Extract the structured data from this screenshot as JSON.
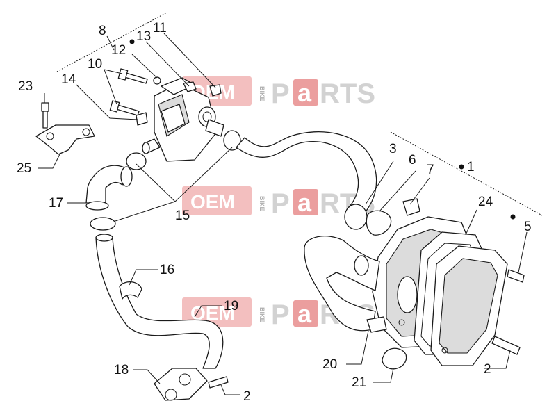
{
  "watermark": {
    "oem": "OEM",
    "bike": "BIKE",
    "p": "P",
    "a": "a",
    "rts": "RTS"
  },
  "callouts": [
    {
      "id": "c1",
      "text": "1"
    },
    {
      "id": "c2a",
      "text": "2"
    },
    {
      "id": "c2b",
      "text": "2"
    },
    {
      "id": "c3",
      "text": "3"
    },
    {
      "id": "c5",
      "text": "5"
    },
    {
      "id": "c6",
      "text": "6"
    },
    {
      "id": "c7",
      "text": "7"
    },
    {
      "id": "c8",
      "text": "8"
    },
    {
      "id": "c10",
      "text": "10"
    },
    {
      "id": "c11",
      "text": "11"
    },
    {
      "id": "c12",
      "text": "12"
    },
    {
      "id": "c13",
      "text": "13"
    },
    {
      "id": "c14",
      "text": "14"
    },
    {
      "id": "c15",
      "text": "15"
    },
    {
      "id": "c16",
      "text": "16"
    },
    {
      "id": "c17",
      "text": "17"
    },
    {
      "id": "c18",
      "text": "18"
    },
    {
      "id": "c19",
      "text": "19"
    },
    {
      "id": "c20",
      "text": "20"
    },
    {
      "id": "c21",
      "text": "21"
    },
    {
      "id": "c23",
      "text": "23"
    },
    {
      "id": "c24",
      "text": "24"
    },
    {
      "id": "c25",
      "text": "25"
    }
  ]
}
